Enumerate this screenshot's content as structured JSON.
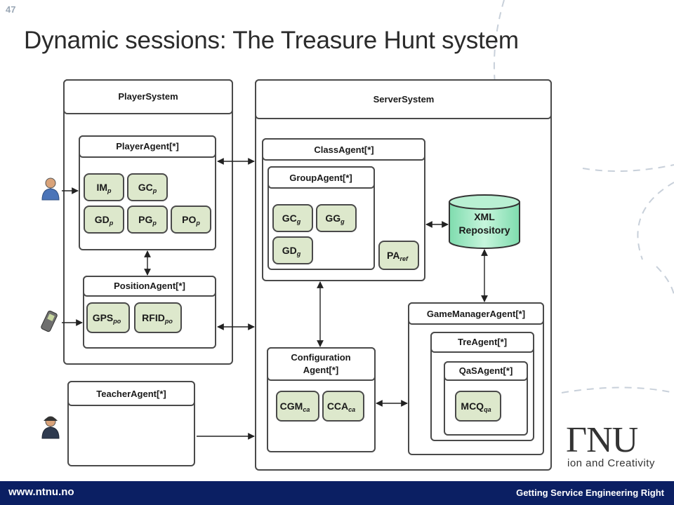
{
  "slide": {
    "number": "47",
    "title": "Dynamic sessions: The Treasure Hunt system"
  },
  "diagram": {
    "player_system": {
      "title": "PlayerSystem"
    },
    "player_agent": {
      "title": "PlayerAgent[*]",
      "items": [
        {
          "main": "IM",
          "sub": "p"
        },
        {
          "main": "GC",
          "sub": "p"
        },
        {
          "main": "GD",
          "sub": "p"
        },
        {
          "main": "PG",
          "sub": "p"
        },
        {
          "main": "PO",
          "sub": "p"
        }
      ]
    },
    "position_agent": {
      "title": "PositionAgent[*]",
      "items": [
        {
          "main": "GPS",
          "sub": "po"
        },
        {
          "main": "RFID",
          "sub": "po"
        }
      ]
    },
    "teacher_agent": {
      "title": "TeacherAgent[*]"
    },
    "server_system": {
      "title": "ServerSystem"
    },
    "class_agent": {
      "title": "ClassAgent[*]",
      "pa": {
        "main": "PA",
        "sub": "ref"
      }
    },
    "group_agent": {
      "title": "GroupAgent[*]",
      "items": [
        {
          "main": "GC",
          "sub": "g"
        },
        {
          "main": "GG",
          "sub": "g"
        },
        {
          "main": "GD",
          "sub": "g"
        }
      ]
    },
    "xml_repository": {
      "line1": "XML",
      "line2": "Repository"
    },
    "configuration_agent": {
      "line1": "Configuration",
      "line2": "Agent[*]",
      "items": [
        {
          "main": "CGM",
          "sub": "ca"
        },
        {
          "main": "CCA",
          "sub": "ca"
        }
      ]
    },
    "game_manager_agent": {
      "title": "GameManagerAgent[*]"
    },
    "tre_agent": {
      "title": "TreAgent[*]"
    },
    "qas_agent": {
      "title": "QaSAgent[*]",
      "item": {
        "main": "MCQ",
        "sub": "qa"
      }
    }
  },
  "logo": {
    "text": "ΓNU",
    "tagline": "ion and Creativity"
  },
  "footer": {
    "url": "www.ntnu.no",
    "tagline": "Getting Service Engineering Right"
  },
  "colors": {
    "footer_bg": "#0b1f63",
    "chip_fill": "#dde8cc",
    "repository_fill": "#9fe8c3"
  }
}
